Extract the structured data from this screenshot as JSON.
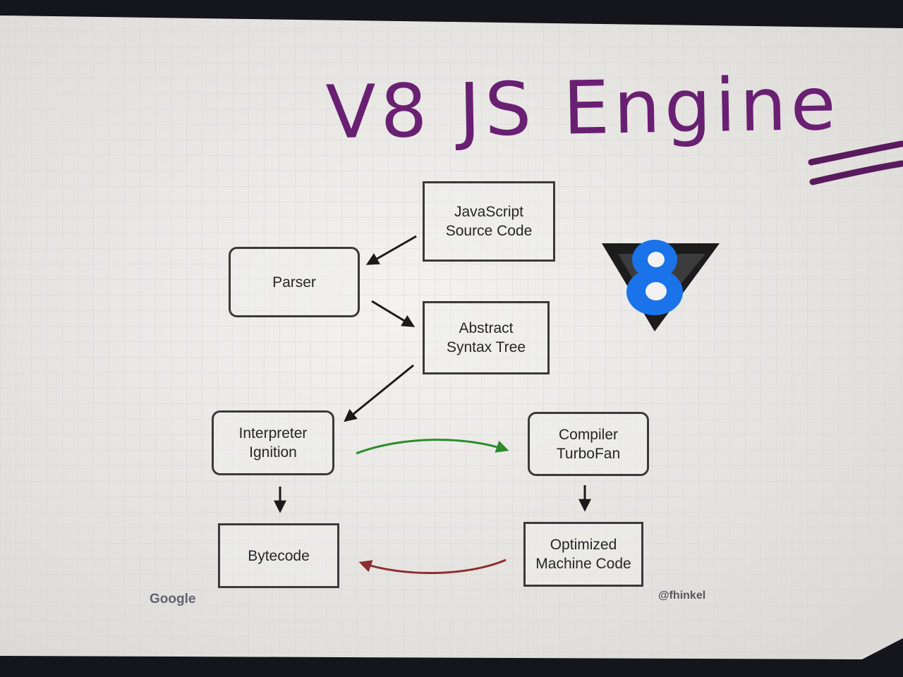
{
  "title": "V8 JS Engine",
  "nodes": {
    "source_code": "JavaScript\nSource Code",
    "parser": "Parser",
    "ast": "Abstract\nSyntax Tree",
    "interpreter": "Interpreter\nIgnition",
    "compiler": "Compiler\nTurboFan",
    "bytecode": "Bytecode",
    "machine_code": "Optimized\nMachine Code"
  },
  "footer": {
    "logo": "Google",
    "handle": "@fhinkel"
  },
  "colors": {
    "title": "#6a2072",
    "optimize_arrow": "#2e8b2e",
    "deoptimize_arrow": "#8b2e2e",
    "v8_logo_blue": "#1a73e8"
  },
  "icons": {
    "logo": "v8-logo-icon"
  }
}
